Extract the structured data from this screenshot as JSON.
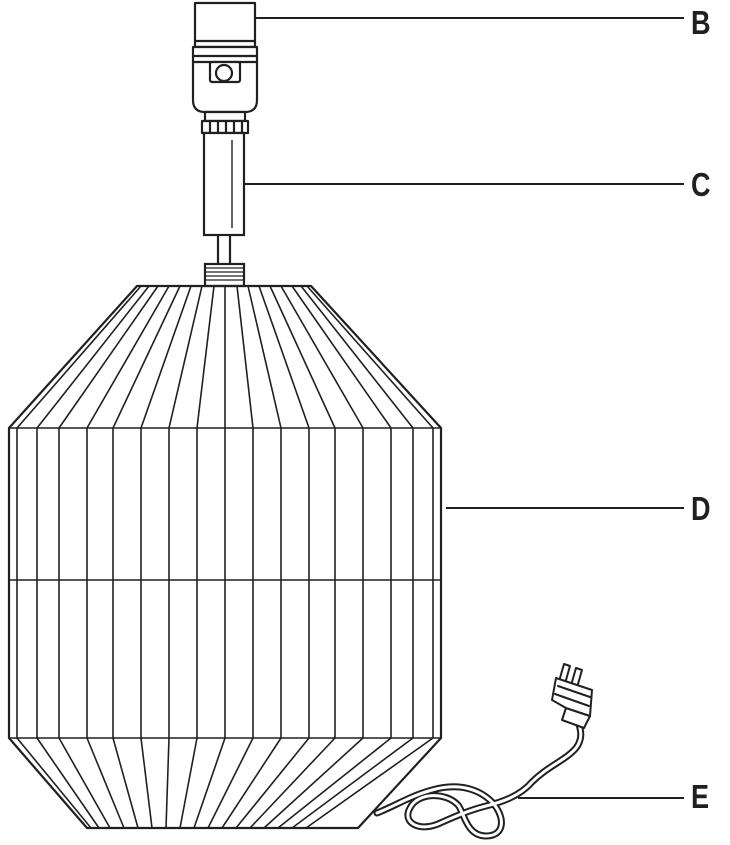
{
  "callouts": {
    "b": "B",
    "c": "C",
    "d": "D",
    "e": "E"
  },
  "colors": {
    "ink": "#231f20",
    "paper": "#ffffff"
  }
}
